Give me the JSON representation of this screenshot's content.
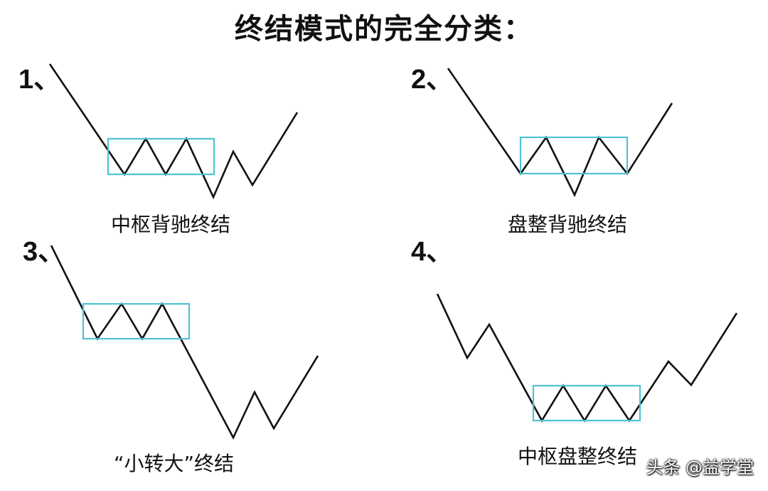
{
  "title": "终结模式的完全分类：",
  "accent_color": "#4fc3d4",
  "line_color": "#111111",
  "panels": [
    {
      "number": "1、",
      "caption": "中枢背驰终结"
    },
    {
      "number": "2、",
      "caption": "盘整背驰终结"
    },
    {
      "number": "3、",
      "caption": "“小转大”终结"
    },
    {
      "number": "4、",
      "caption": "中枢盘整终结"
    }
  ],
  "watermark": "头条 @益学堂"
}
